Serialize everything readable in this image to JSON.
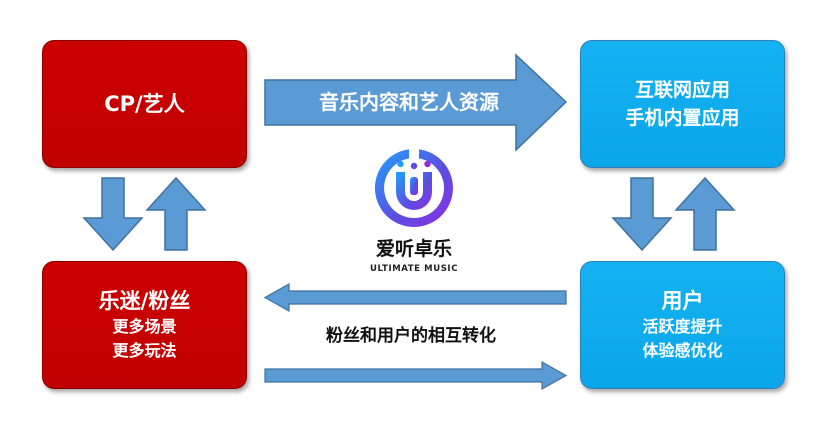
{
  "boxes": {
    "cp": {
      "title": "CP/艺人",
      "color": "#c00000"
    },
    "fans": {
      "title": "乐迷/粉丝",
      "line1": "更多场景",
      "line2": "更多玩法",
      "color": "#c00000"
    },
    "internet": {
      "line1": "互联网应用",
      "line2": "手机内置应用",
      "color": "#0aa6ea"
    },
    "users": {
      "title": "用户",
      "line1": "活跃度提升",
      "line2": "体验感优化",
      "color": "#0aa6ea"
    }
  },
  "arrows": {
    "top_label": "音乐内容和艺人资源",
    "bottom_label": "粉丝和用户的相互转化",
    "fill_color": "#5b9bd5",
    "stroke_color": "#41719c"
  },
  "logo": {
    "name_cn": "爱听卓乐",
    "name_en": "ULTIMATE MUSIC",
    "icon": "u-music-logo-icon",
    "gradient": [
      "#1fa2ff",
      "#6b3fd6",
      "#8e2de2"
    ]
  }
}
